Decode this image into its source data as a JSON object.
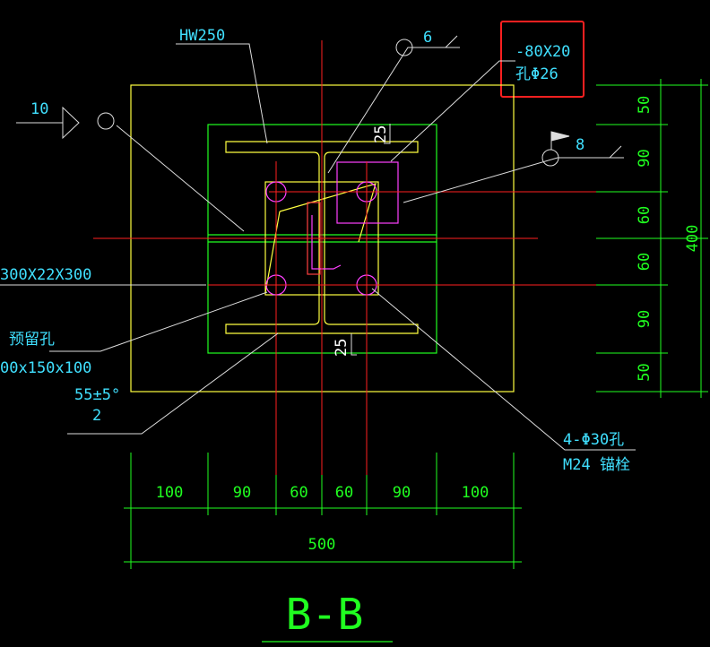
{
  "section_title": "B-B",
  "labels": {
    "hw_section": "HW250",
    "weld_top": "6",
    "weld_left": "10",
    "weld_right": "8",
    "plate_spec": "-80X20",
    "hole_spec": "孔Φ26",
    "base_plate": "300X22X300",
    "reserved_hole": "预留孔",
    "reserved_size": "00x150x100",
    "angle": "55±5°",
    "angle_gap": "2",
    "bolt_holes": "4-Φ30孔",
    "anchor_bolt": "M24 锚栓",
    "weld_25_top": "25",
    "weld_25_bottom": "25"
  },
  "dims_horizontal": [
    "100",
    "90",
    "60",
    "60",
    "90",
    "100"
  ],
  "dims_total_horizontal": "500",
  "dims_vertical": [
    "50",
    "90",
    "60",
    "60",
    "90",
    "50"
  ],
  "dims_total_vertical": "400",
  "colors": {
    "background": "#000000",
    "plate": "#ffff40",
    "stiffener": "#20ff20",
    "axis": "#ff2020",
    "leader": "#ffffff",
    "text_cyan": "#40e0ff",
    "dimension": "#20ff20",
    "magenta": "#ff40ff",
    "highlight_box": "#ff2020"
  }
}
